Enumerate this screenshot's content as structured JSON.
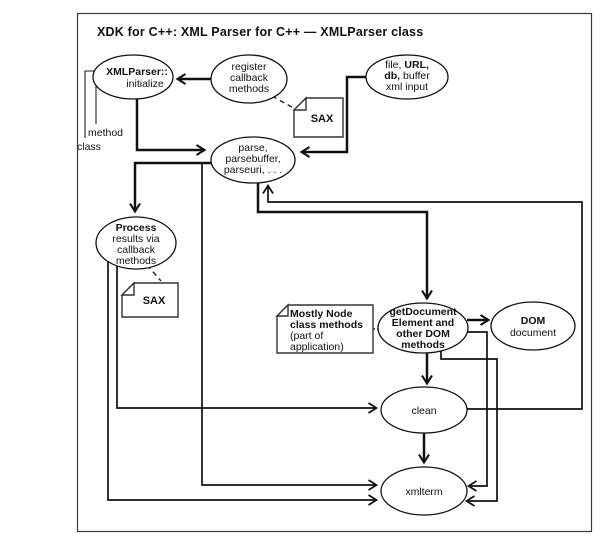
{
  "diagram": {
    "title": "XDK for C++: XML Parser for C++ — XMLParser class",
    "nodes": {
      "xmlparser": {
        "class_name": "XMLParser::",
        "method_name": "initialize"
      },
      "register": {
        "l1": "register",
        "l2": "callback",
        "l3": "methods"
      },
      "input": {
        "l1a": "file,",
        "l1b": "URL,",
        "l2a": "db,",
        "l2b": "buffer",
        "l3": "xml input"
      },
      "parse": {
        "l1": "parse,",
        "l2": "parsebuffer,",
        "l3": "parseuri, . . ."
      },
      "process": {
        "l1": "Process",
        "l2": "results via",
        "l3": "callback",
        "l4": "methods"
      },
      "getdoc": {
        "l1": "getDocument",
        "l2": "Element and",
        "l3": "other DOM",
        "l4": "methods"
      },
      "domdoc": {
        "l1": "DOM",
        "l2": "document"
      },
      "clean": {
        "label": "clean"
      },
      "xmlterm": {
        "label": "xmlterm"
      }
    },
    "docs": {
      "sax1": "SAX",
      "sax2": "SAX"
    },
    "note": {
      "l1": "Mostly Node",
      "l2": "class methods",
      "l3": "(part of",
      "l4": "application)"
    },
    "side_labels": {
      "method": "method",
      "class": "class"
    },
    "colors": {
      "ink": "#111111",
      "bg": "#ffffff"
    }
  }
}
